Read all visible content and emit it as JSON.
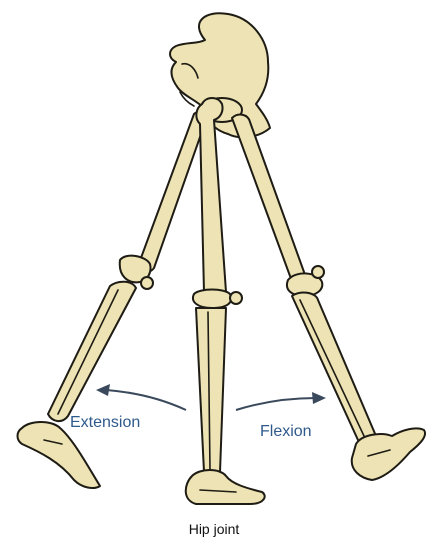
{
  "labels": {
    "extension": "Extension",
    "flexion": "Flexion",
    "caption": "Hip joint"
  },
  "colors": {
    "bone": "#ede3b4",
    "outline": "#1e1c14",
    "label_text": "#2e5a8c",
    "arrow": "#3a4a5c",
    "caption_text": "#111111"
  }
}
